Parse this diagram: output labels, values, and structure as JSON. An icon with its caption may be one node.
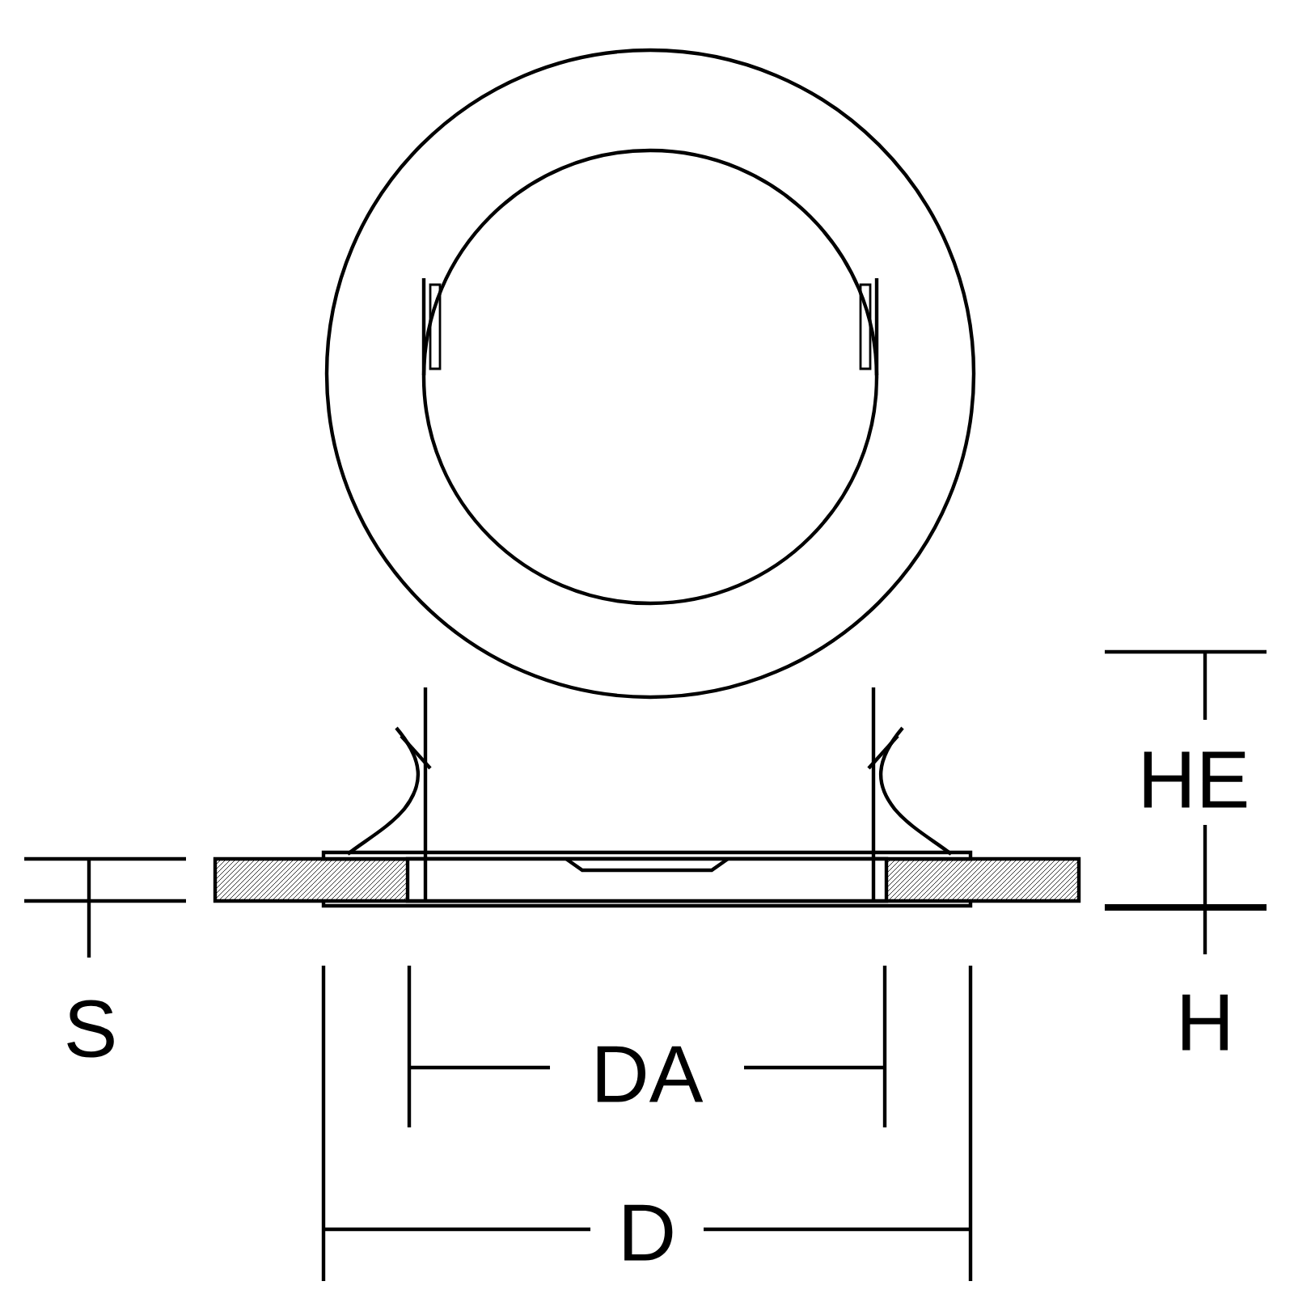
{
  "diagram": {
    "labels": [
      "HE",
      "S",
      "H",
      "DA",
      "D"
    ]
  }
}
